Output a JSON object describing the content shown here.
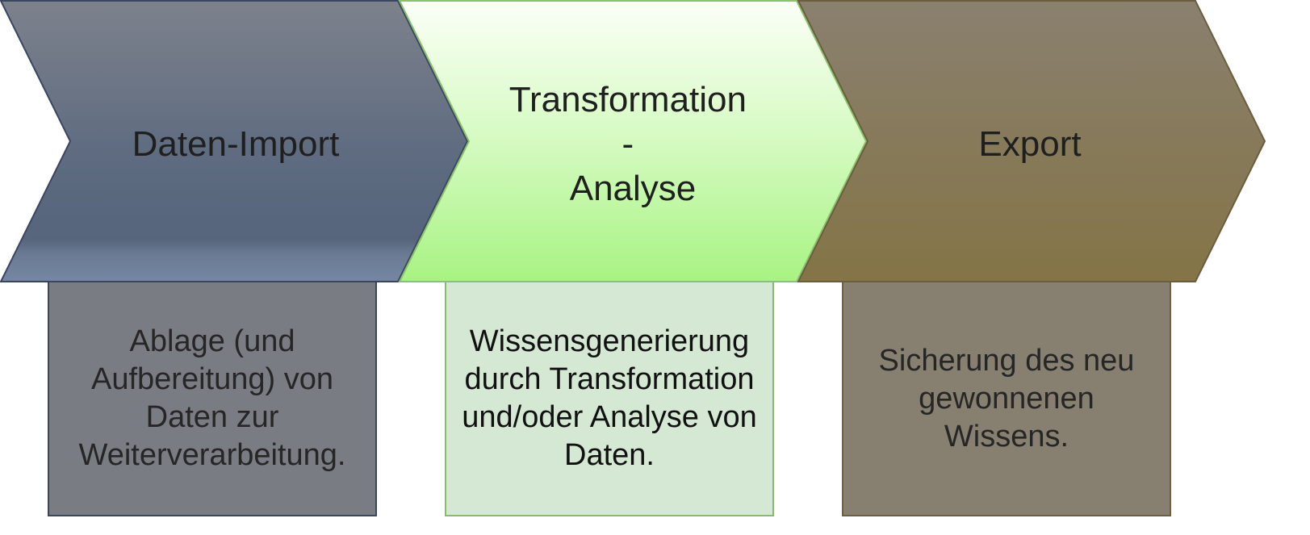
{
  "colors": {
    "import_fill": "#5e6b80",
    "import_stroke": "#3a4660",
    "transform_fill": "#b9f59a",
    "transform_stroke": "#8cc26e",
    "export_fill": "#87795a",
    "export_stroke": "#6a5e3f",
    "import_box": "#7a7c84",
    "transform_box": "#d5e8d4",
    "export_box": "#877f6f"
  },
  "steps": [
    {
      "title_lines": [
        "Daten-Import"
      ],
      "description": "Ablage (und\nAufbereitung) von\nDaten zur\nWeiterverarbeitung."
    },
    {
      "title_lines": [
        "Transformation",
        "-",
        "Analyse"
      ],
      "description": "Wissensgenerierung\ndurch Transformation\nund/oder Analyse von\nDaten."
    },
    {
      "title_lines": [
        "Export"
      ],
      "description": "Sicherung des neu\ngewonnenen\nWissens."
    }
  ]
}
